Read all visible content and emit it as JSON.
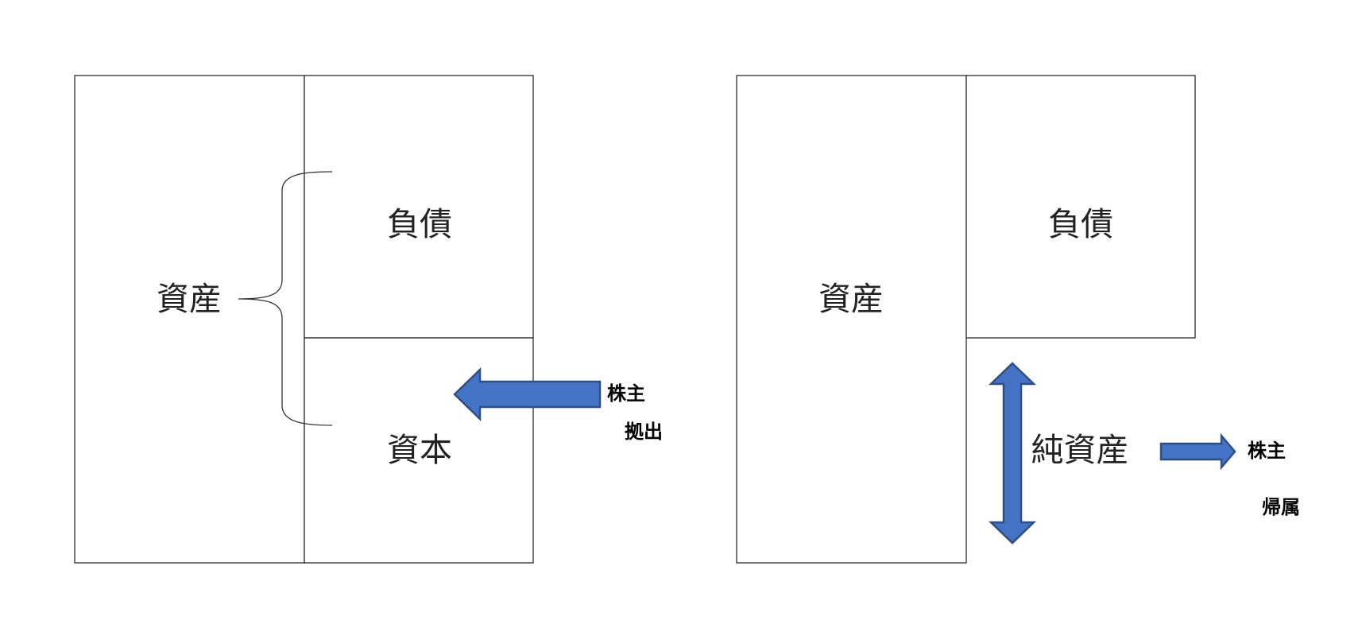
{
  "colors": {
    "arrow_fill": "#4472C4",
    "arrow_stroke": "#2F4F82",
    "box_stroke": "#1A1A1A",
    "background": "#FFFFFF"
  },
  "left_diagram": {
    "assets": "資産",
    "liabilities": "負債",
    "capital": "資本",
    "arrow_label_1": "株主",
    "arrow_label_2": "拠出",
    "arrow_direction": "left",
    "brace_icon": "curly-brace-icon"
  },
  "right_diagram": {
    "assets": "資産",
    "liabilities": "負債",
    "net_assets": "純資産",
    "arrow_label_1": "株主",
    "arrow_label_2": "帰属",
    "arrow_direction": "right",
    "vertical_arrow_icon": "double-headed-arrow-icon"
  }
}
